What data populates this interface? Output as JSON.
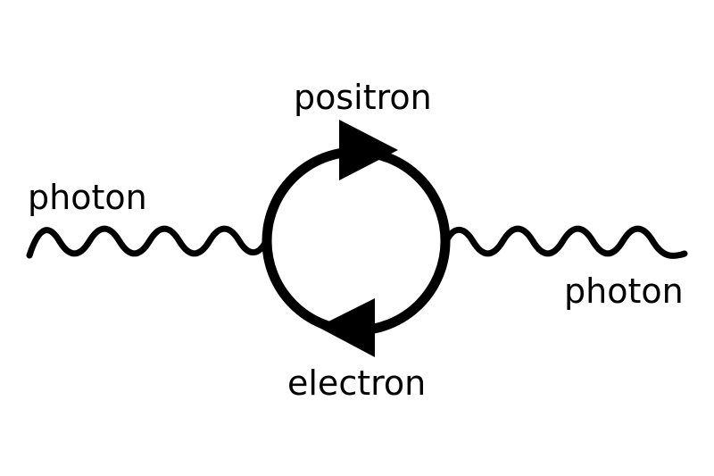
{
  "diagram": {
    "labels": {
      "photon_left": "photon",
      "positron": "positron",
      "photon_right": "photon",
      "electron": "electron"
    },
    "particles": {
      "left_line": "photon-wavy-line",
      "loop_top": "positron-propagator",
      "loop_bottom": "electron-propagator",
      "right_line": "photon-wavy-line"
    },
    "colors": {
      "stroke": "#000000",
      "background": "#ffffff"
    }
  }
}
